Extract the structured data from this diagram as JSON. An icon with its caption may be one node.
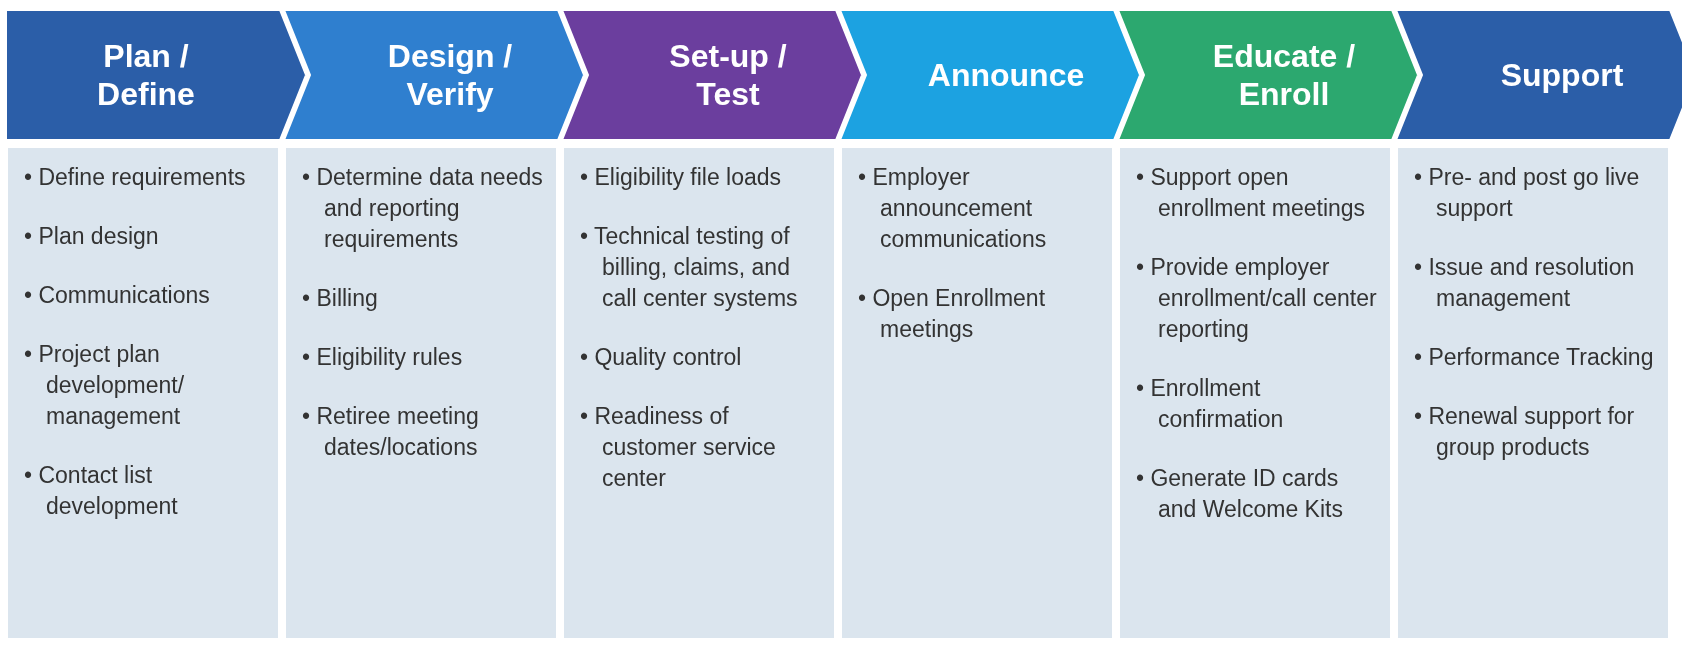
{
  "diagram": {
    "nodes": [
      {
        "text": [
          "Plan / Define"
        ]
      },
      {
        "text": [
          "Design / Verify"
        ]
      },
      {
        "text": [
          "Set-up / Test"
        ]
      },
      {
        "text": [
          "Announce"
        ]
      },
      {
        "text": [
          "Educate / Enroll"
        ]
      },
      {
        "text": [
          "Support"
        ]
      },
      {
        "text": [
          "• Define requirements",
          "• Plan design",
          "• Communications",
          "• Project plan development/ management",
          "• Contact list development"
        ]
      },
      {
        "text": [
          "• Determine data needs and reporting requirements",
          "• Billing",
          "• Eligibility rules",
          "• Retiree meeting dates/locations"
        ]
      },
      {
        "text": [
          "• Eligibility file loads",
          "• Technical testing of billing, claims, and call center systems",
          "• Quality control",
          "• Readiness of customer service center"
        ]
      },
      {
        "text": [
          "• Employer announcement communications",
          "• Open Enrollment meetings"
        ]
      },
      {
        "text": [
          "• Support open enrollment meetings",
          "• Provide employer enrollment/call center reporting",
          "• Enrollment confirmation",
          "• Generate ID cards and Welcome Kits"
        ]
      },
      {
        "text": [
          "• Pre- and post go live support",
          "• Issue and resolution management",
          "• Performance Tracking",
          "• Renewal support for group products"
        ]
      }
    ]
  }
}
